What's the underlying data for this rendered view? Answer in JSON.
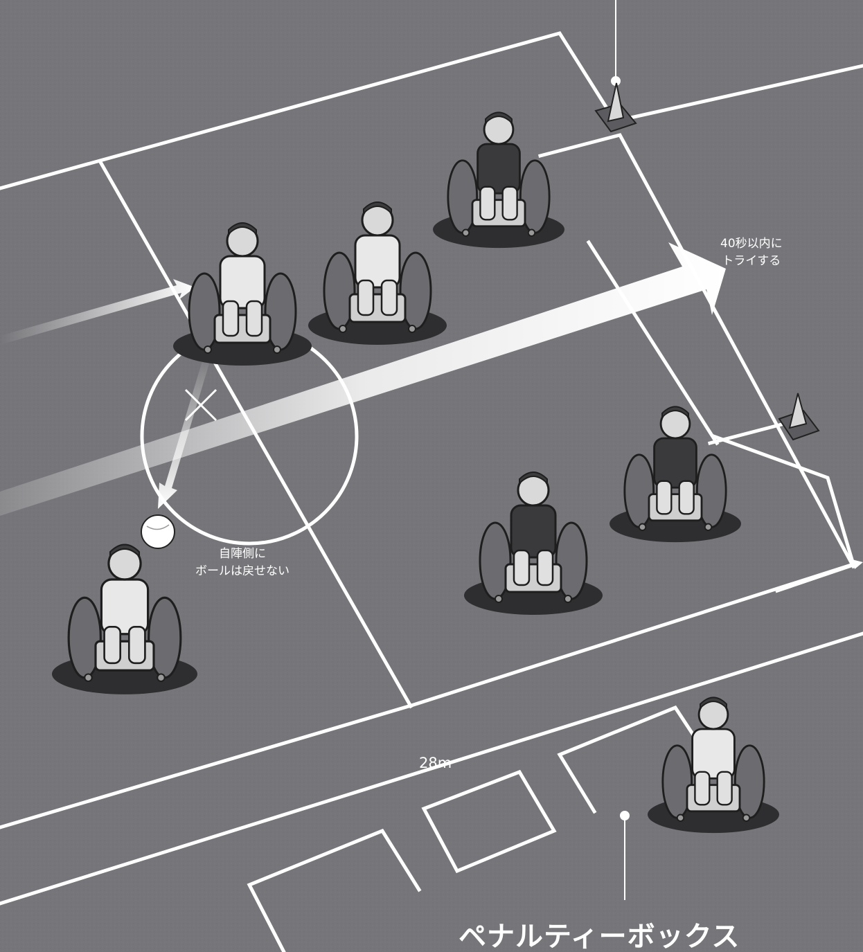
{
  "notes": {
    "forty_line1": "40秒以内に",
    "forty_line2": "トライする",
    "back_line1": "自陣側に",
    "back_line2": "ボールは戻せない"
  },
  "court": {
    "length_label": "28m",
    "penalty_box_label": "ペナルティーボックス"
  },
  "colors": {
    "floor": "#76767a",
    "line": "#ffffff",
    "wheel": "#6c6c70",
    "skin": "#e8e8e8",
    "dark_jersey": "#3a3a3c"
  },
  "icons": [
    "cone-icon",
    "ball-icon",
    "x-mark-icon",
    "arrow-icon",
    "wheelchair-player-icon"
  ]
}
